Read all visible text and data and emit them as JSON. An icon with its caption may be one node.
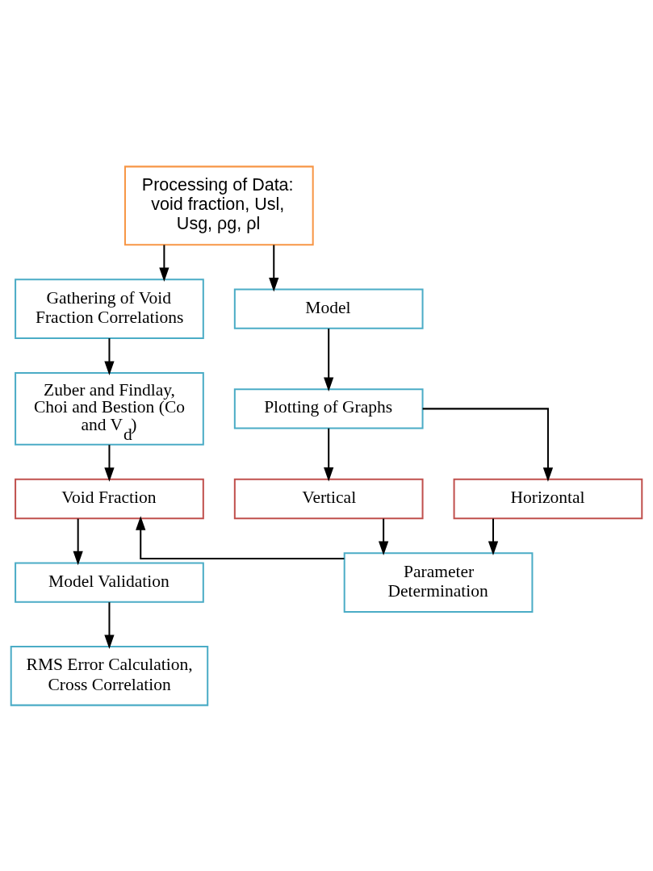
{
  "diagram": {
    "nodes": [
      {
        "text": [
          "Processing of Data: void fraction, Usl, Usg, ρg, ρl"
        ]
      },
      {
        "text": [
          "Gathering of Void Fraction Correlations"
        ]
      },
      {
        "text": [
          "Model"
        ]
      },
      {
        "text": [
          "Zuber and Findlay, Choi and Bestion (Co and V$_{d}$)"
        ]
      },
      {
        "text": [
          "Plotting of Graphs"
        ]
      },
      {
        "text": [
          "Void Fraction"
        ]
      },
      {
        "text": [
          "Vertical"
        ]
      },
      {
        "text": [
          "Horizontal"
        ]
      },
      {
        "text": [
          "Model Validation"
        ]
      },
      {
        "text": [
          "Parameter Determination"
        ]
      },
      {
        "text": [
          "RMS Error Calculation, Cross Correlation"
        ]
      }
    ],
    "edges": [
      {
        "from": 0,
        "to": 1,
        "arrow": "to"
      },
      {
        "from": 0,
        "to": 2,
        "arrow": "to"
      },
      {
        "from": 1,
        "to": 3,
        "arrow": "to"
      },
      {
        "from": 2,
        "to": 4,
        "arrow": "to"
      },
      {
        "from": 3,
        "to": 5,
        "arrow": "to"
      },
      {
        "from": 4,
        "to": 6,
        "arrow": "to"
      },
      {
        "from": 4,
        "to": 7,
        "arrow": "to"
      },
      {
        "from": 6,
        "to": 9,
        "arrow": "to"
      },
      {
        "from": 7,
        "to": 9,
        "arrow": "to"
      },
      {
        "from": 5,
        "to": 8,
        "arrow": "to"
      },
      {
        "from": 8,
        "to": 10,
        "arrow": "to"
      },
      {
        "from": 9,
        "to": 5,
        "arrow": "to"
      }
    ]
  }
}
